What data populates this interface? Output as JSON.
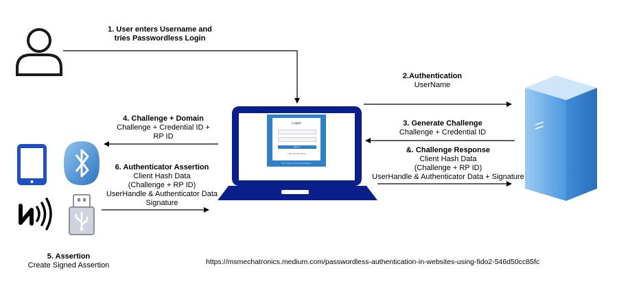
{
  "steps": {
    "s1": {
      "title": "1. User enters Username and",
      "lines": [
        "tries Passwordless Login"
      ]
    },
    "s2": {
      "title": "2.Authentication",
      "lines": [
        "UserName"
      ]
    },
    "s3": {
      "title": "3. Generate Challenge",
      "lines": [
        "Challenge + Credential ID"
      ]
    },
    "s4": {
      "title": "4. Challenge + Domain",
      "lines": [
        "Challenge + Credential ID +",
        "RP ID"
      ]
    },
    "s5": {
      "title": "5. Assertion",
      "lines": [
        "Create Signed Assertion"
      ]
    },
    "s6": {
      "title": "6. Authenticator Assertion",
      "lines": [
        "Client Hash Data",
        "(Challenge + RP ID)",
        "UserHandle & Authenticator Data",
        "Signature"
      ]
    },
    "s7": {
      "title": "&.  Challenge Response",
      "lines": [
        "Client Hash Data",
        "(Challenge + RP ID)",
        "UserHandle & Authenticator Data + Signature"
      ]
    }
  },
  "screen": {
    "login_title": "Login",
    "sign_in": "Sign in",
    "link": "Login via Username",
    "footer": "Don't have an account? Register"
  },
  "source_url": "https://msmechatronics.medium.com/passwordless-authentication-in-websites-using-fido2-546d50cc85fc",
  "icons": [
    "user-icon",
    "laptop-icon",
    "server-icon",
    "phone-icon",
    "bluetooth-icon",
    "nfc-icon",
    "usb-key-icon"
  ],
  "colors": {
    "device_blue": "#0a1e8c",
    "screen_blue": "#2f80c9",
    "server_blue": "#5aa6e6",
    "arrow": "#000000"
  }
}
